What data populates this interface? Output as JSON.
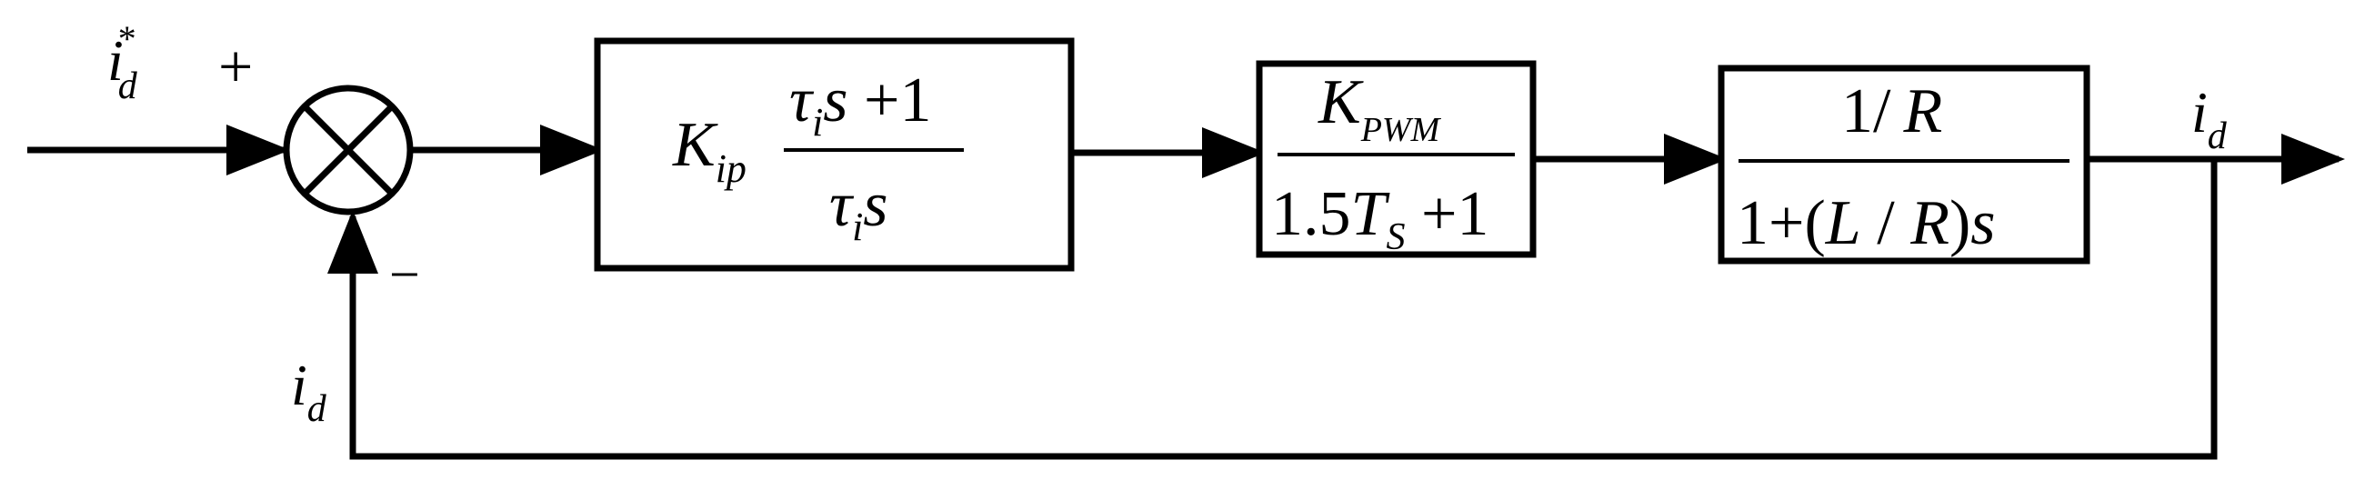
{
  "diagram": {
    "input_signal": {
      "base": "i",
      "sup": "*",
      "sub": "d"
    },
    "plus_sign": "+",
    "minus_sign": "−",
    "feedback_signal": {
      "base": "i",
      "sub": "d"
    },
    "output_signal": {
      "base": "i",
      "sub": "d"
    },
    "block_pi": {
      "gain": {
        "base": "K",
        "sub": "ip"
      },
      "numerator": {
        "tau": "τ",
        "tau_sub": "i",
        "var": "s",
        "rest": " +1"
      },
      "denominator": {
        "tau": "τ",
        "tau_sub": "i",
        "var": "s"
      }
    },
    "block_pwm": {
      "numerator": {
        "base": "K",
        "sub": "PWM"
      },
      "denominator": {
        "coef": "1.5",
        "var": "T",
        "sub": "S",
        "rest": " +1"
      }
    },
    "block_plant": {
      "numerator": {
        "one": "1",
        "slash": "/",
        "var": "R"
      },
      "denominator": {
        "one": "1+",
        "open": "(",
        "L": "L",
        "slash": " / ",
        "R": "R",
        "close": ")",
        "var": "s"
      }
    }
  }
}
